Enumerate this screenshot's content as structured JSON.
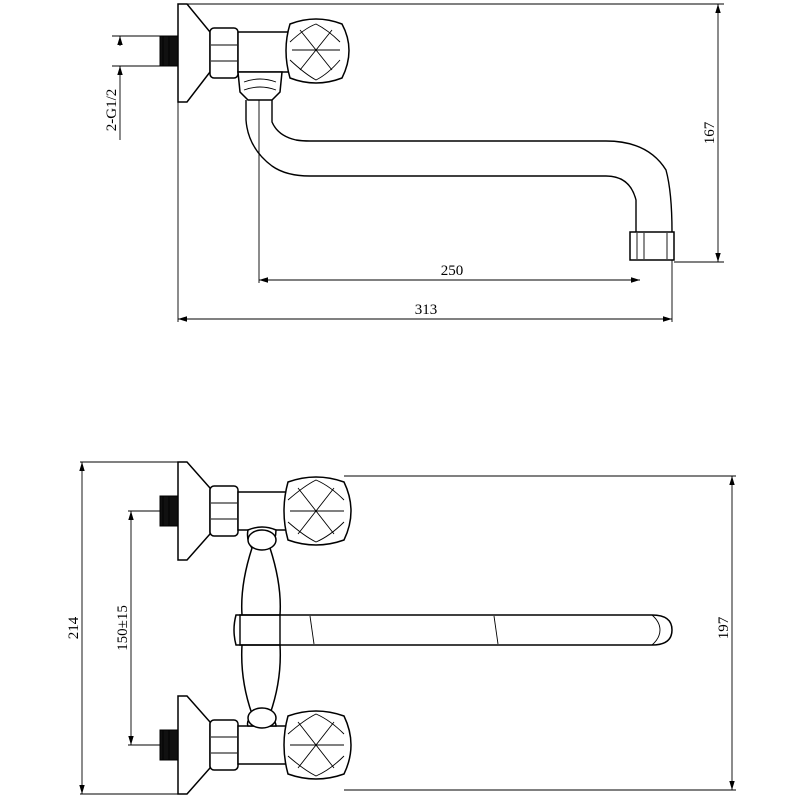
{
  "top_view": {
    "thread_label": "2-G1/2",
    "spout_reach": "250",
    "overall_length": "313",
    "height": "167"
  },
  "front_view": {
    "overall_height": "214",
    "center_distance": "150±15",
    "handle_span": "197"
  },
  "colors": {
    "line": "#000000",
    "background": "#ffffff"
  }
}
